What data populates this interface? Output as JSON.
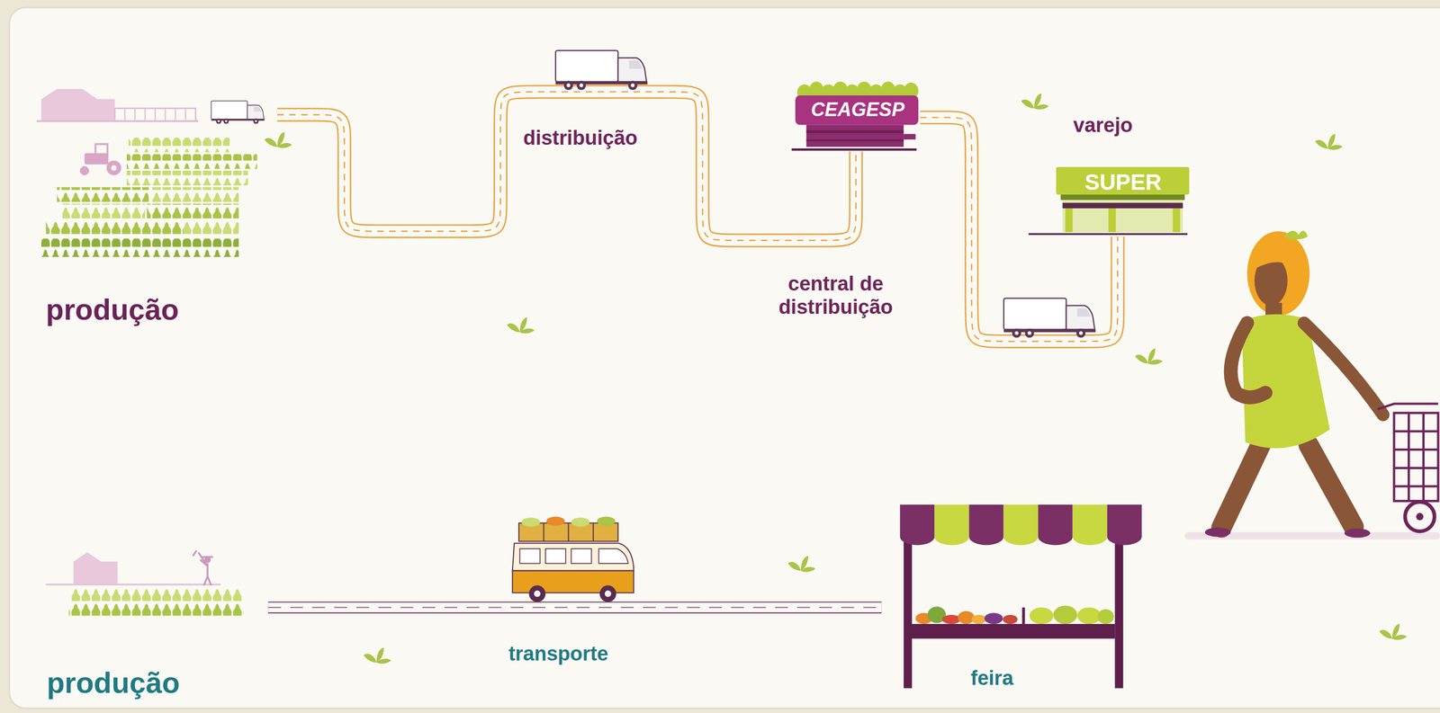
{
  "diagram": {
    "nodes": [
      {
        "text": [
          "produção"
        ]
      },
      {
        "text": [
          "CEAGESP"
        ]
      },
      {
        "text": [
          "SUPER"
        ]
      },
      {
        "text": [
          "produção"
        ]
      },
      {
        "text": [
          "feira"
        ]
      }
    ],
    "edges": [
      {
        "from": 0,
        "to": 1,
        "arrow": "none",
        "label": "distribuição"
      },
      {
        "from": 1,
        "to": 2,
        "arrow": "none"
      },
      {
        "from": 3,
        "to": 4,
        "arrow": "none",
        "label": "transporte"
      }
    ],
    "labels": [
      "central de distribuição",
      "varejo"
    ]
  }
}
